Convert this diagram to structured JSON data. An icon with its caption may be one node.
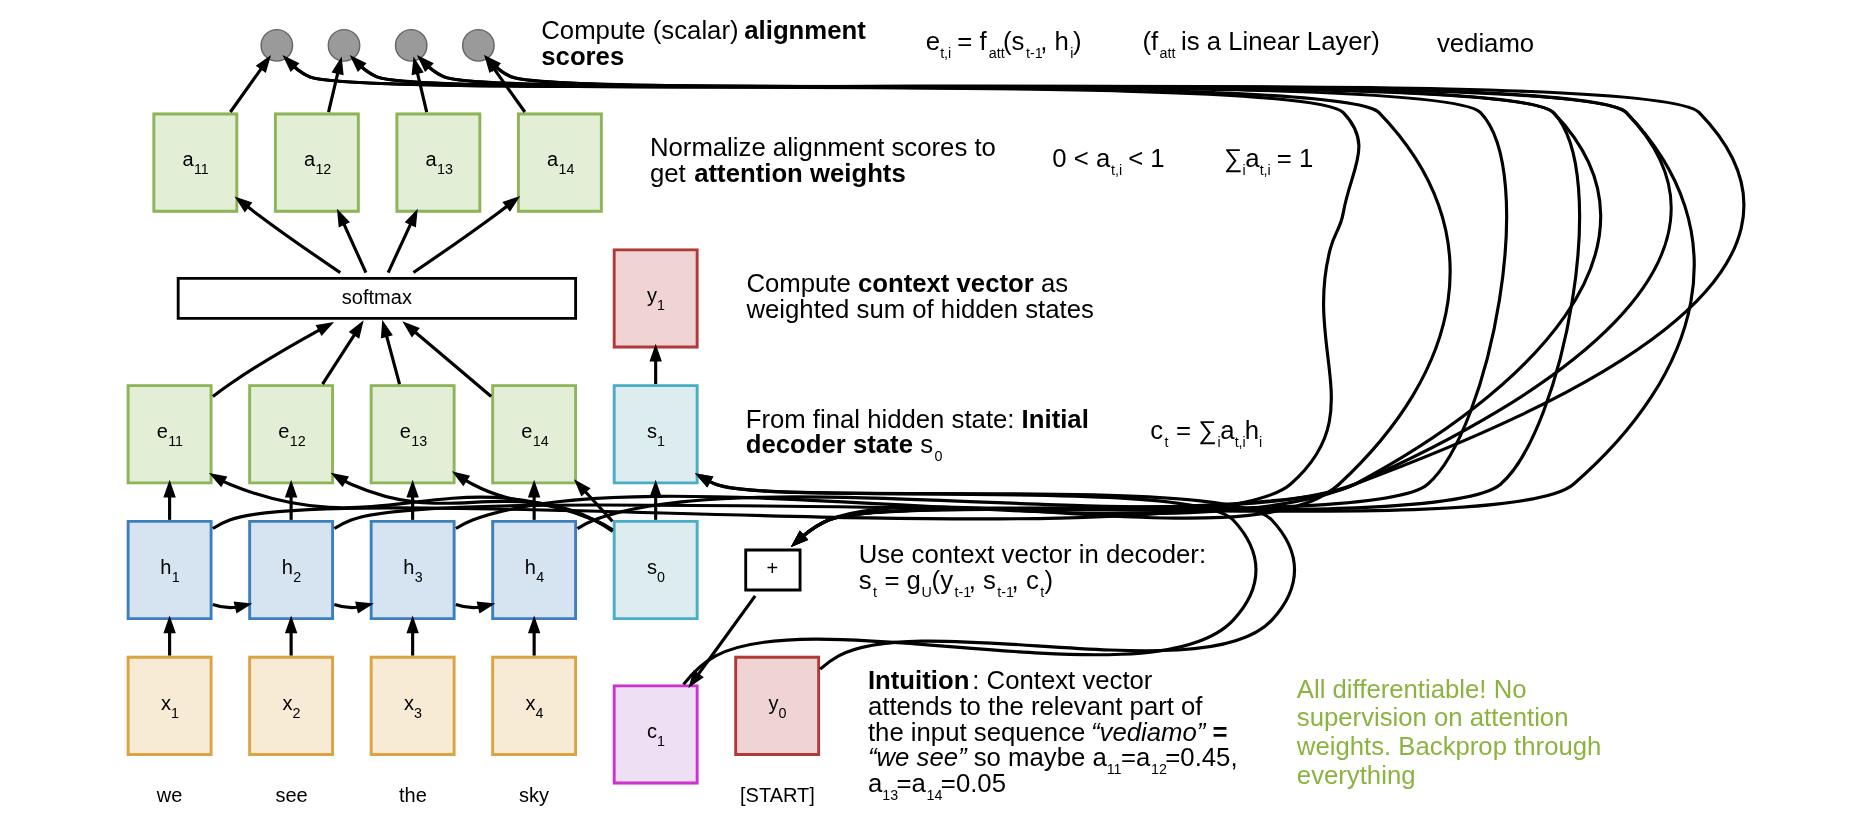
{
  "diagram": {
    "nodes": [
      {
        "text": [
          "x$_{1}$"
        ],
        "beside": [
          "we"
        ]
      },
      {
        "text": [
          "x$_{2}$"
        ],
        "beside": [
          "see"
        ]
      },
      {
        "text": [
          "x$_{3}$"
        ],
        "beside": [
          "the"
        ]
      },
      {
        "text": [
          "x$_{4}$"
        ],
        "beside": [
          "sky"
        ]
      },
      {
        "text": [
          "h$_{1}$"
        ]
      },
      {
        "text": [
          "h$_{2}$"
        ]
      },
      {
        "text": [
          "h$_{3}$"
        ]
      },
      {
        "text": [
          "h$_{4}$"
        ]
      },
      {
        "text": [
          "e$_{11}$"
        ]
      },
      {
        "text": [
          "e$_{12}$"
        ]
      },
      {
        "text": [
          "e$_{13}$"
        ]
      },
      {
        "text": [
          "e$_{14}$"
        ]
      },
      {
        "text": [
          "softmax"
        ]
      },
      {
        "text": [
          "a$_{11}$"
        ]
      },
      {
        "text": [
          "a$_{12}$"
        ]
      },
      {
        "text": [
          "a$_{13}$"
        ]
      },
      {
        "text": [
          "a$_{14}$"
        ]
      },
      {
        "text": [],
        "shape": "cross"
      },
      {
        "text": [],
        "shape": "cross"
      },
      {
        "text": [],
        "shape": "cross"
      },
      {
        "text": [],
        "shape": "cross"
      },
      {
        "text": [
          "s$_{0}$"
        ]
      },
      {
        "text": [
          "+"
        ]
      },
      {
        "text": [
          "c$_{1}$"
        ]
      },
      {
        "text": [
          "y$_{0}$"
        ],
        "beside": [
          "[START]"
        ]
      },
      {
        "text": [
          "s$_{1}$"
        ]
      },
      {
        "text": [
          "y$_{1}$"
        ]
      }
    ],
    "edges": [
      {
        "from": 0,
        "to": 4,
        "arrow": "to"
      },
      {
        "from": 1,
        "to": 5,
        "arrow": "to"
      },
      {
        "from": 2,
        "to": 6,
        "arrow": "to"
      },
      {
        "from": 3,
        "to": 7,
        "arrow": "to"
      },
      {
        "from": 4,
        "to": 5,
        "arrow": "to"
      },
      {
        "from": 5,
        "to": 6,
        "arrow": "to"
      },
      {
        "from": 6,
        "to": 7,
        "arrow": "to"
      },
      {
        "from": 4,
        "to": 8,
        "arrow": "to"
      },
      {
        "from": 5,
        "to": 9,
        "arrow": "to"
      },
      {
        "from": 6,
        "to": 10,
        "arrow": "to"
      },
      {
        "from": 7,
        "to": 11,
        "arrow": "to"
      },
      {
        "from": 21,
        "to": 8,
        "arrow": "to"
      },
      {
        "from": 21,
        "to": 9,
        "arrow": "to"
      },
      {
        "from": 21,
        "to": 10,
        "arrow": "to"
      },
      {
        "from": 21,
        "to": 11,
        "arrow": "to"
      },
      {
        "from": 8,
        "to": 12,
        "arrow": "to"
      },
      {
        "from": 9,
        "to": 12,
        "arrow": "to"
      },
      {
        "from": 10,
        "to": 12,
        "arrow": "to"
      },
      {
        "from": 11,
        "to": 12,
        "arrow": "to"
      },
      {
        "from": 12,
        "to": 13,
        "arrow": "to"
      },
      {
        "from": 12,
        "to": 14,
        "arrow": "to"
      },
      {
        "from": 12,
        "to": 15,
        "arrow": "to"
      },
      {
        "from": 12,
        "to": 16,
        "arrow": "to"
      },
      {
        "from": 13,
        "to": 17,
        "arrow": "to"
      },
      {
        "from": 14,
        "to": 18,
        "arrow": "to"
      },
      {
        "from": 15,
        "to": 19,
        "arrow": "to"
      },
      {
        "from": 16,
        "to": 20,
        "arrow": "to"
      },
      {
        "from": 4,
        "to": 17,
        "arrow": "to"
      },
      {
        "from": 5,
        "to": 18,
        "arrow": "to"
      },
      {
        "from": 6,
        "to": 19,
        "arrow": "to"
      },
      {
        "from": 7,
        "to": 20,
        "arrow": "to"
      },
      {
        "from": 17,
        "to": 22,
        "arrow": "to"
      },
      {
        "from": 18,
        "to": 22,
        "arrow": "to"
      },
      {
        "from": 19,
        "to": 22,
        "arrow": "to"
      },
      {
        "from": 20,
        "to": 22,
        "arrow": "to"
      },
      {
        "from": 22,
        "to": 23,
        "arrow": "to"
      },
      {
        "from": 21,
        "to": 25,
        "arrow": "to"
      },
      {
        "from": 23,
        "to": 25,
        "arrow": "to"
      },
      {
        "from": 24,
        "to": 25,
        "arrow": "to"
      },
      {
        "from": 25,
        "to": 26,
        "arrow": "to"
      }
    ],
    "labels": [
      "Compute (scalar) **alignment scores**",
      "e$_{t,i}$ = f$_{att}$(s$_{t-1}$, h$_{i}$)",
      "(f$_{att}$ is a Linear Layer)",
      "vediamo",
      "Normalize alignment scores to get **attention weights**",
      "0 < a$_{t,i}$ < 1",
      "∑$_{i}$a$_{t,i}$ = 1",
      "Compute **context vector** as weighted sum of hidden states",
      "c$_{t}$ = ∑$_{i}$a$_{t,i}$h$_{i}$",
      "Use context vector in decoder: s$_{t}$ = g$_{U}$(y$_{t-1}$, s$_{t-1}$, c$_{t}$)",
      "All differentiable! No supervision on attention weights. Backprop through everything",
      "From final hidden state: **Initial decoder state** s$_{0}$",
      "**Intuition**: Context vector attends to the relevant part of the input sequence *“vediamo”* **=** *“we see”* so maybe a$_{11}$=a$_{12}$=0.45, a$_{13}$=a$_{14}$=0.05"
    ]
  }
}
